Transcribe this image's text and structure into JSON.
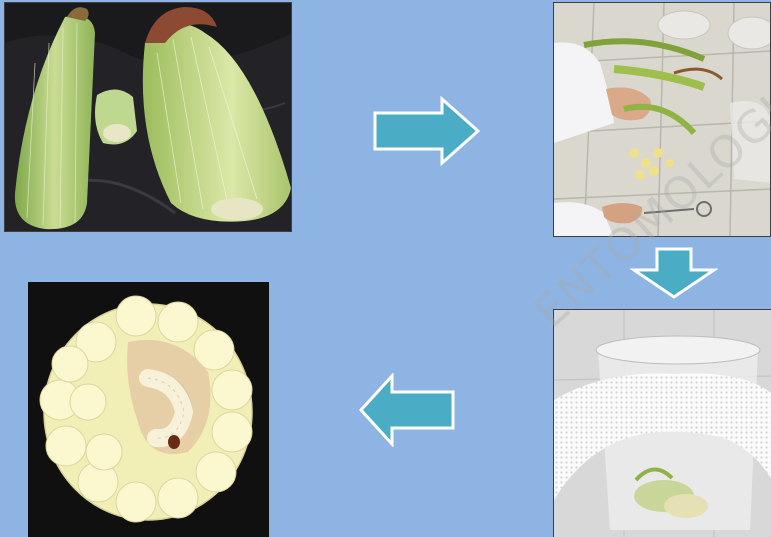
{
  "colors": {
    "background": "#8db4e2",
    "arrow_fill": "#4aacc5",
    "arrow_stroke": "#ffffff"
  },
  "panels": [
    {
      "id": "p1",
      "content": "husked-and-dehusked-corn-ears"
    },
    {
      "id": "p2",
      "content": "dissecting-corn-with-scissors"
    },
    {
      "id": "p3",
      "content": "mesh-covered-rearing-container"
    },
    {
      "id": "p4",
      "content": "larva-inside-corn-cob"
    }
  ],
  "arrows": [
    "right",
    "down",
    "left"
  ],
  "watermark": {
    "text": "ENTOMOLOGIA"
  }
}
